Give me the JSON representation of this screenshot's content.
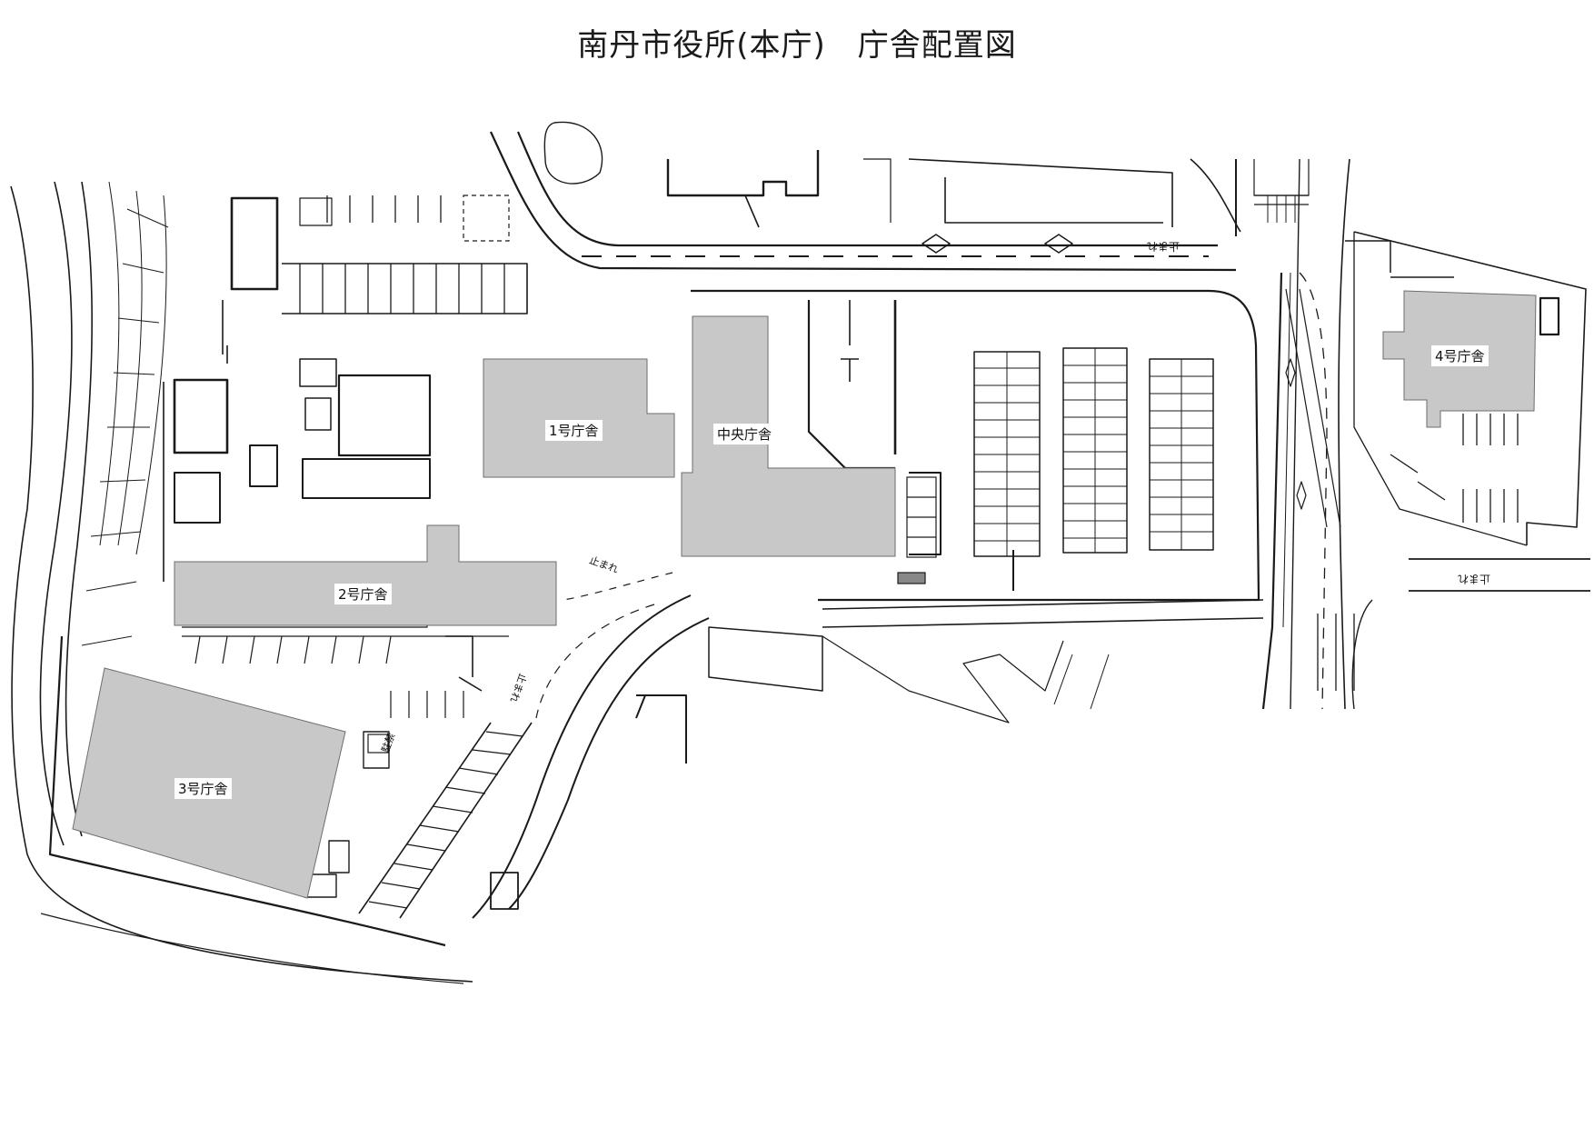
{
  "title": "南丹市役所(本庁)　庁舎配置図",
  "buildings": [
    {
      "id": "b1",
      "label": "1号庁舎"
    },
    {
      "id": "bc",
      "label": "中央庁舎"
    },
    {
      "id": "b2",
      "label": "2号庁舎"
    },
    {
      "id": "b3",
      "label": "3号庁舎"
    },
    {
      "id": "b4",
      "label": "4号庁舎"
    }
  ],
  "road_markings": {
    "stop_main_road": "止まれ",
    "stop_right_road": "止まれ",
    "stop_entrance": "止まれ",
    "stop_lower": "止まれ",
    "parking_sign": "駐禁"
  },
  "colors": {
    "building_fill": "#c8c8c8",
    "line": "#1a1a1a",
    "background": "#ffffff"
  }
}
